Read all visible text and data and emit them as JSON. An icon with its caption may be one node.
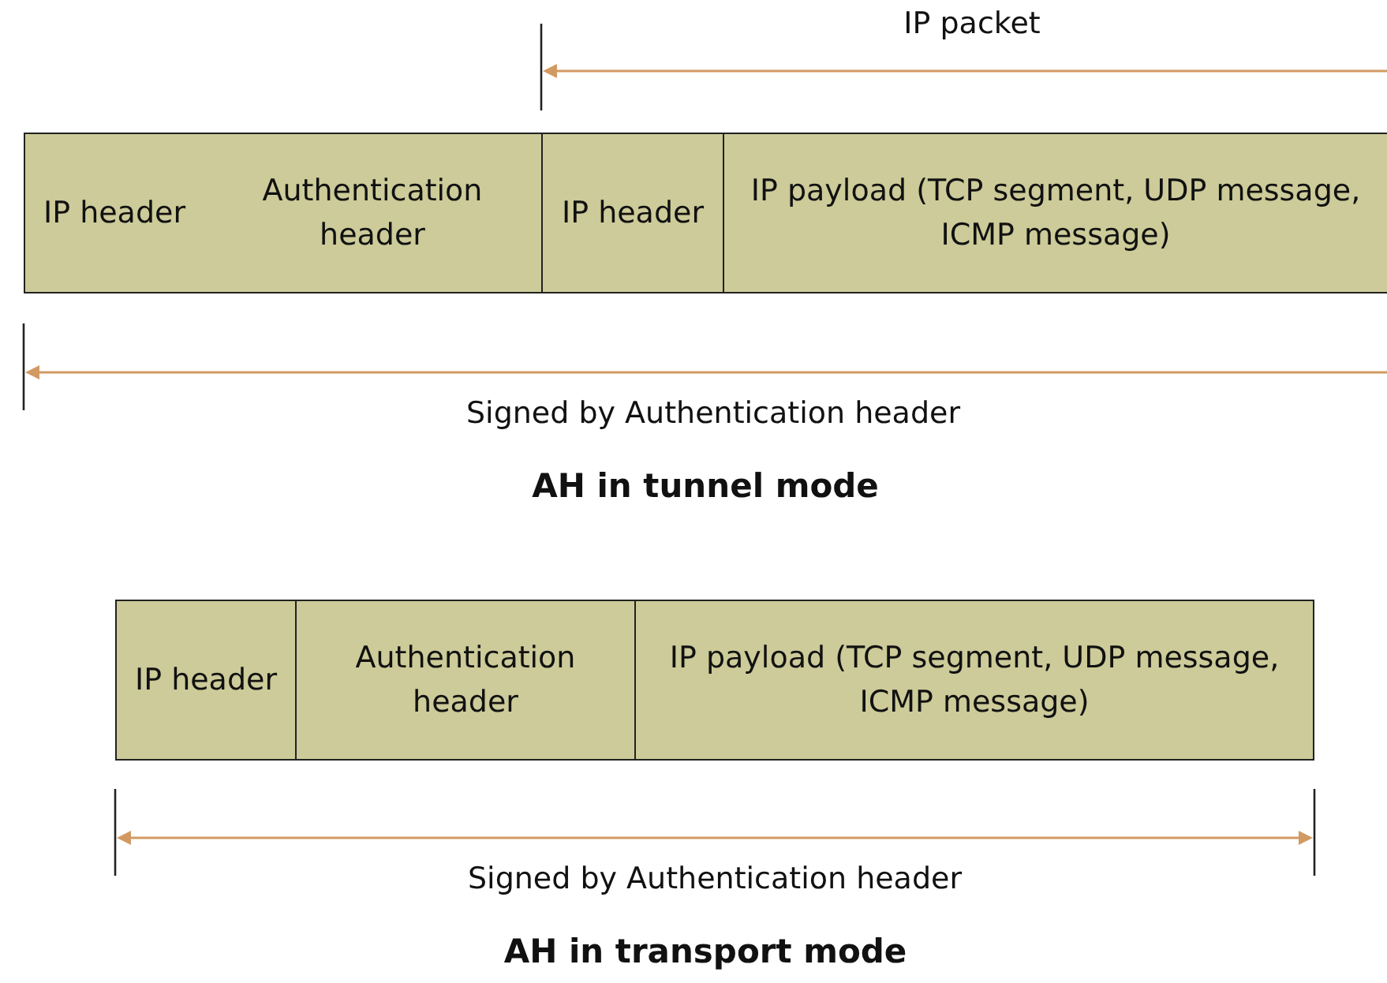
{
  "diagram": {
    "nodes": [
      {
        "text": [
          "IP header"
        ]
      },
      {
        "text": [
          "Authentication header"
        ]
      },
      {
        "text": [
          "IP header"
        ]
      },
      {
        "text": [
          "IP payload (TCP segment, UDP message, ICMP message)"
        ]
      },
      {
        "text": [
          "IP header"
        ]
      },
      {
        "text": [
          "Authentication header"
        ]
      },
      {
        "text": [
          "IP payload (TCP segment, UDP message, ICMP message)"
        ]
      }
    ],
    "edges": [],
    "labels": [
      "IP packet",
      "Signed by Authentication header",
      "AH in tunnel mode",
      "Signed by Authentication header",
      "AH in transport mode"
    ]
  }
}
